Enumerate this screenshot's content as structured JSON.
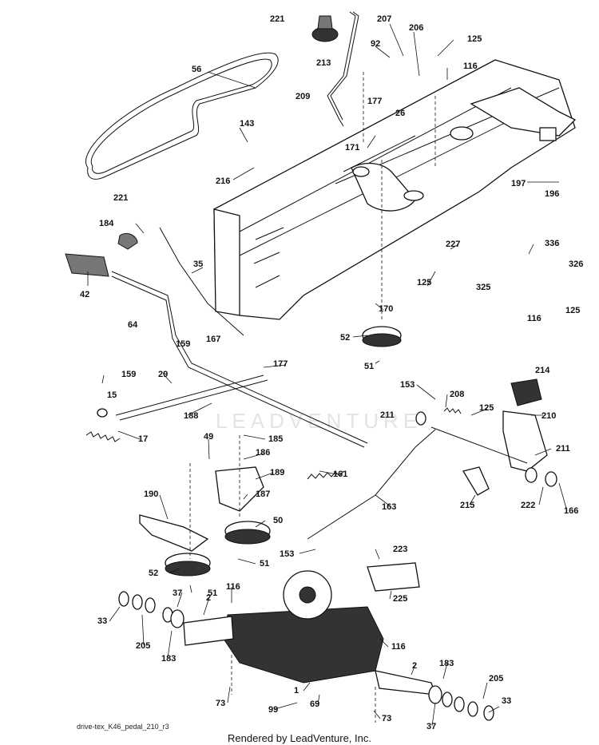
{
  "diagram": {
    "watermark": "LEADVENTURE",
    "drawing_code": "drive-tex_K46_pedal_210_r3",
    "credit": "Rendered by LeadVenture, Inc.",
    "callouts": [
      "221",
      "207",
      "206",
      "125",
      "92",
      "213",
      "56",
      "116",
      "177",
      "26",
      "209",
      "143",
      "171",
      "216",
      "221",
      "184",
      "197",
      "196",
      "35",
      "42",
      "227",
      "336",
      "326",
      "125",
      "325",
      "125",
      "116",
      "170",
      "64",
      "52",
      "159",
      "167",
      "177",
      "51",
      "159",
      "29",
      "15",
      "153",
      "208",
      "214",
      "125",
      "188",
      "211",
      "210",
      "17",
      "49",
      "185",
      "186",
      "161",
      "211",
      "189",
      "187",
      "190",
      "163",
      "222",
      "166",
      "215",
      "50",
      "153",
      "223",
      "52",
      "51",
      "51",
      "225",
      "116",
      "37",
      "2",
      "33",
      "205",
      "183",
      "116",
      "2",
      "183",
      "205",
      "1",
      "73",
      "99",
      "69",
      "33",
      "73",
      "37"
    ]
  }
}
